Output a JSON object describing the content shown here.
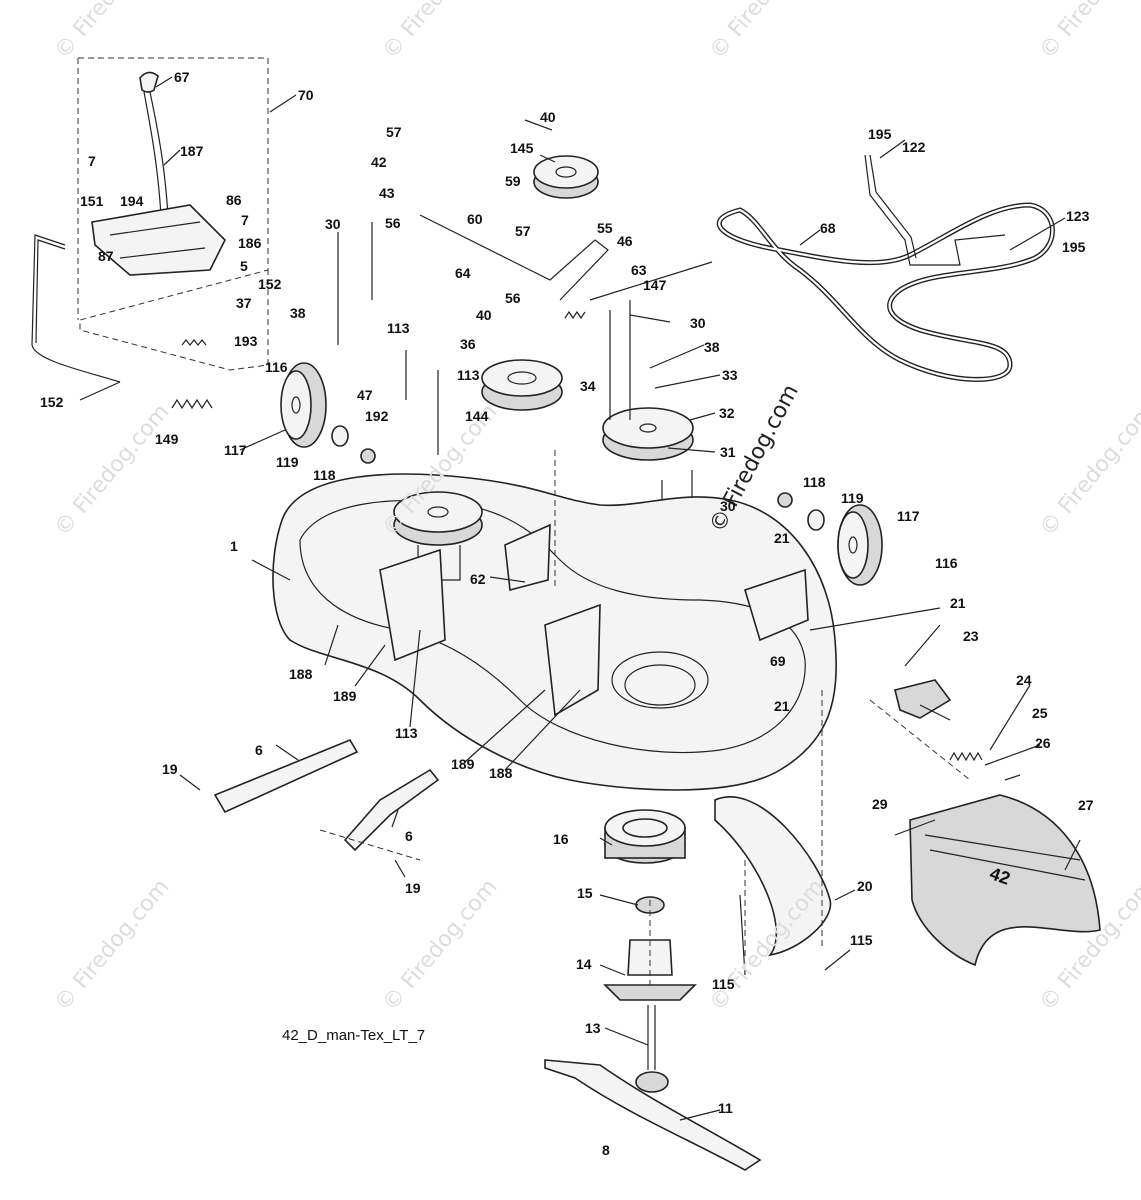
{
  "watermark": {
    "text": "© Firedog.com",
    "center_stamp": "© Firedog.com"
  },
  "drawing_code": "42_D_man-Tex_LT_7",
  "deck_badge": "42",
  "part_labels": {
    "p1": "1",
    "p5": "5",
    "p6a": "6",
    "p6b": "6",
    "p7a": "7",
    "p7b": "7",
    "p8": "8",
    "p11": "11",
    "p13": "13",
    "p14": "14",
    "p15": "15",
    "p16": "16",
    "p19a": "19",
    "p19b": "19",
    "p20": "20",
    "p21a": "21",
    "p21b": "21",
    "p21c": "21",
    "p23": "23",
    "p24": "24",
    "p25": "25",
    "p26": "26",
    "p27": "27",
    "p29": "29",
    "p30a": "30",
    "p30b": "30",
    "p30c": "30",
    "p31": "31",
    "p32": "32",
    "p33": "33",
    "p34": "34",
    "p36": "36",
    "p37": "37",
    "p38a": "38",
    "p38b": "38",
    "p40a": "40",
    "p40b": "40",
    "p42": "42",
    "p43": "43",
    "p46": "46",
    "p47": "47",
    "p55": "55",
    "p56a": "56",
    "p56b": "56",
    "p57a": "57",
    "p57b": "57",
    "p59": "59",
    "p60": "60",
    "p62": "62",
    "p63": "63",
    "p64": "64",
    "p67": "67",
    "p68": "68",
    "p69": "69",
    "p70": "70",
    "p86": "86",
    "p87": "87",
    "p113a": "113",
    "p113b": "113",
    "p113c": "113",
    "p115a": "115",
    "p115b": "115",
    "p116a": "116",
    "p116b": "116",
    "p117a": "117",
    "p117b": "117",
    "p118a": "118",
    "p118b": "118",
    "p119a": "119",
    "p119b": "119",
    "p122": "122",
    "p123": "123",
    "p144": "144",
    "p145": "145",
    "p147": "147",
    "p149": "149",
    "p151": "151",
    "p152a": "152",
    "p152b": "152",
    "p186": "186",
    "p187": "187",
    "p188a": "188",
    "p188b": "188",
    "p189a": "189",
    "p189b": "189",
    "p192": "192",
    "p193": "193",
    "p194": "194",
    "p195a": "195",
    "p195b": "195"
  }
}
